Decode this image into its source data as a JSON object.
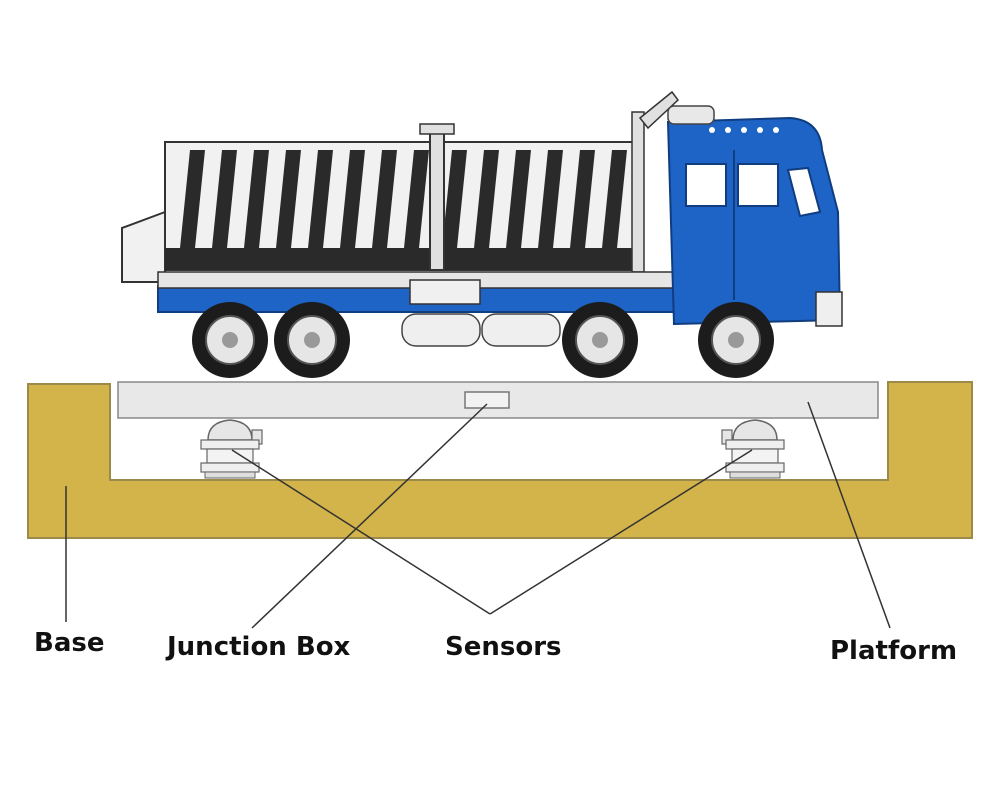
{
  "labels": {
    "base": "Base",
    "junction_box": "Junction Box",
    "sensors": "Sensors",
    "platform": "Platform"
  },
  "colors": {
    "base_fill": "#d2b44a",
    "base_stroke": "#9c8a4a",
    "platform_fill": "#e8e8e8",
    "truck_cab_blue": "#1e63c6",
    "truck_chassis_blue": "#1e63c6",
    "tire": "#1c1c1c",
    "stripe_dark": "#2a2a2a",
    "leader_line": "#333333"
  },
  "icons": {
    "truck": "dump-truck-icon",
    "sensor": "load-cell-icon"
  }
}
